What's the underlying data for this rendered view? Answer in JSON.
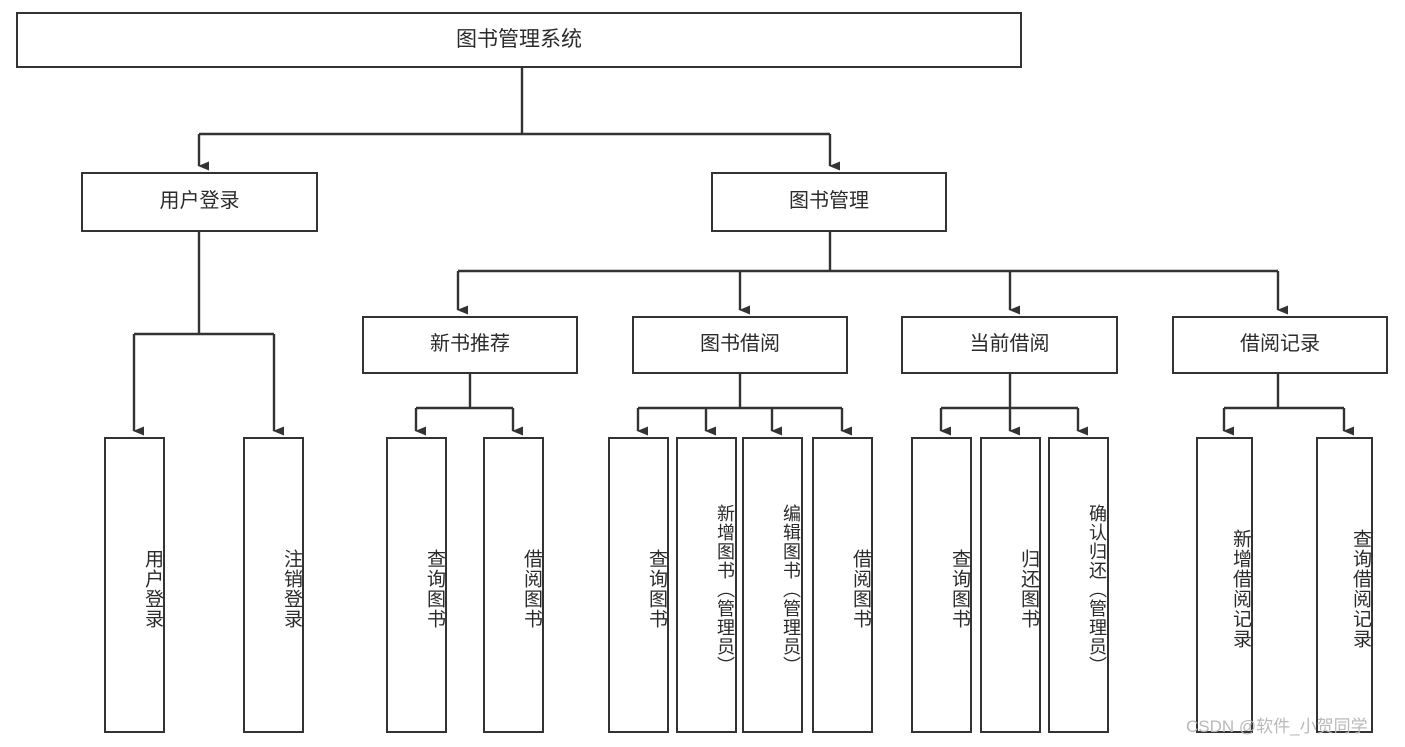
{
  "diagram": {
    "title": "图书管理系统",
    "type": "hierarchy-tree",
    "watermark": "CSDN @软件_小贺同学",
    "colors": {
      "box_border": "#333333",
      "box_fill": "#ffffff",
      "connector": "#333333",
      "text": "#2b2b2b",
      "watermark": "#b9b9b9"
    },
    "nodes": {
      "root": "图书管理系统",
      "user_login": "用户登录",
      "book_manage": "图书管理",
      "new_book_rec": "新书推荐",
      "book_borrow": "图书借阅",
      "current_borrow": "当前借阅",
      "borrow_record": "借阅记录",
      "leaf_user_login": "用户登录",
      "leaf_logout": "注销登录",
      "leaf_query_book_1": "查询图书",
      "leaf_borrow_book_1": "借阅图书",
      "leaf_query_book_2": "查询图书",
      "leaf_add_book": "新增图书（管理员）",
      "leaf_edit_book": "编辑图书（管理员）",
      "leaf_borrow_book_2": "借阅图书",
      "leaf_query_book_3": "查询图书",
      "leaf_return_book": "归还图书",
      "leaf_confirm_return": "确认归还（管理员）",
      "leaf_add_record": "新增借阅记录",
      "leaf_query_record": "查询借阅记录"
    }
  }
}
